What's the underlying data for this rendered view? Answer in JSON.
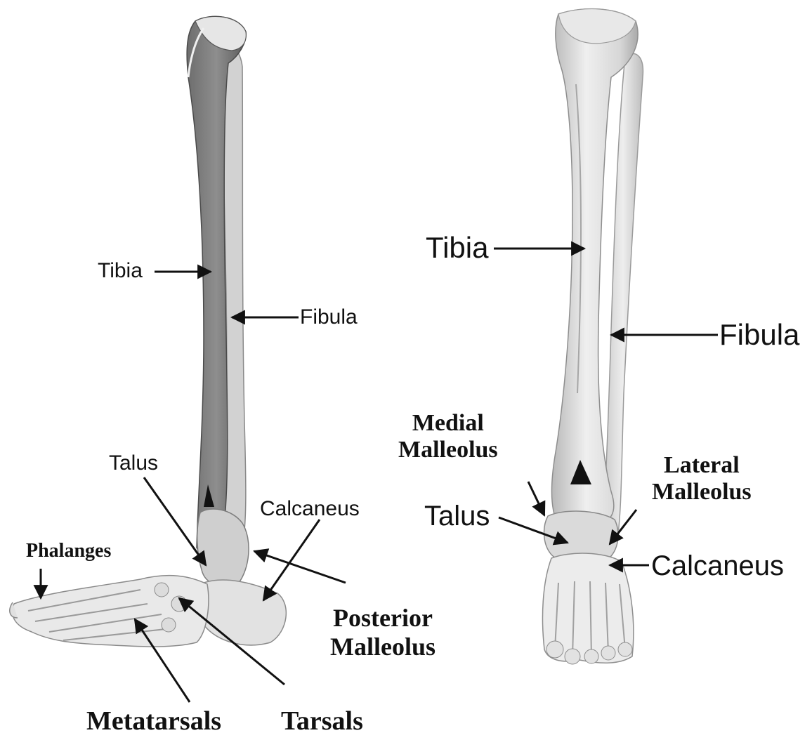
{
  "left_view": {
    "tibia": "Tibia",
    "fibula": "Fibula",
    "talus": "Talus",
    "calcaneus": "Calcaneus",
    "phalanges": "Phalanges",
    "posterior_malleolus": [
      "Posterior",
      "Malleolus"
    ],
    "metatarsals": "Metatarsals",
    "tarsals": "Tarsals"
  },
  "right_view": {
    "tibia": "Tibia",
    "fibula": "Fibula",
    "medial_malleolus": [
      "Medial",
      "Malleolus"
    ],
    "lateral_malleolus": [
      "Lateral",
      "Malleolus"
    ],
    "talus": "Talus",
    "calcaneus": "Calcaneus"
  }
}
